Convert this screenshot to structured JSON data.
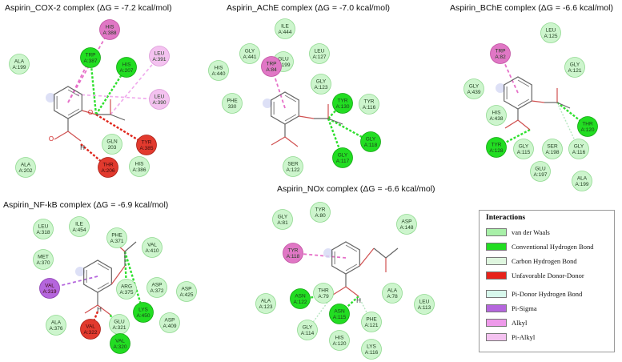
{
  "colors": {
    "vdw": "#cdf5cd",
    "hbond": "#22dd22",
    "unfav": "#e23a2e",
    "pisigma": "#b566dd",
    "pialkyl": "#f4c2f0",
    "pipi": "#e077c5"
  },
  "panels": [
    {
      "title": "Aspirin_COX-2 complex (ΔG = -7.2 kcal/mol)",
      "residues": [
        {
          "id": "HIS 388",
          "name": "HIS",
          "num": "A:388",
          "type": "pipi"
        },
        {
          "id": "TRP 387",
          "name": "TRP",
          "num": "A:387",
          "type": "hbond"
        },
        {
          "id": "HIS 207",
          "name": "HIS",
          "num": "A:207",
          "type": "hbond"
        },
        {
          "id": "LEU 391",
          "name": "LEU",
          "num": "A:391",
          "type": "pialkyl"
        },
        {
          "id": "LEU 390",
          "name": "LEU",
          "num": "A:390",
          "type": "pialkyl"
        },
        {
          "id": "ALA 199",
          "name": "ALA",
          "num": "A:199",
          "type": "vdw"
        },
        {
          "id": "GLN 203",
          "name": "GLN",
          "num": "203",
          "type": "vdw"
        },
        {
          "id": "TYR 385",
          "name": "TYR",
          "num": "A:385",
          "type": "unfav"
        },
        {
          "id": "THR 206",
          "name": "THR",
          "num": "A:206",
          "type": "unfav"
        },
        {
          "id": "HIS 386",
          "name": "HIS",
          "num": "A:386",
          "type": "vdw"
        },
        {
          "id": "ALA 202",
          "name": "ALA",
          "num": "A:202",
          "type": "vdw"
        }
      ],
      "atoms": [
        "O",
        "O",
        "H"
      ]
    },
    {
      "title": "Aspirin_AChE complex (ΔG = -7.0 kcal/mol)",
      "residues": [
        {
          "id": "ILE 444",
          "name": "ILE",
          "num": "A:444",
          "type": "vdw"
        },
        {
          "id": "GLY 441",
          "name": "GLY",
          "num": "A:441",
          "type": "vdw"
        },
        {
          "id": "GLU 199",
          "name": "GLU",
          "num": "A:199",
          "type": "vdw"
        },
        {
          "id": "LEU 127",
          "name": "LEU",
          "num": "A:127",
          "type": "vdw"
        },
        {
          "id": "HIS 440",
          "name": "HIS",
          "num": "A:440",
          "type": "vdw"
        },
        {
          "id": "TRP 84",
          "name": "TRP",
          "num": "A:84",
          "type": "pipi"
        },
        {
          "id": "GLY 123",
          "name": "GLY",
          "num": "A:123",
          "type": "vdw"
        },
        {
          "id": "PHE 330",
          "name": "PHE",
          "num": "330",
          "type": "vdw"
        },
        {
          "id": "TYR 130",
          "name": "TYR",
          "num": "A:130",
          "type": "hbond"
        },
        {
          "id": "TYR 116",
          "name": "TYR",
          "num": "A:116",
          "type": "vdw"
        },
        {
          "id": "GLY 118",
          "name": "GLY",
          "num": "A:118",
          "type": "hbond"
        },
        {
          "id": "GLY 117",
          "name": "GLY",
          "num": "A:117",
          "type": "hbond"
        },
        {
          "id": "SER 122",
          "name": "SER",
          "num": "A:122",
          "type": "vdw"
        }
      ]
    },
    {
      "title": "Aspirin_BChE complex (ΔG = -6.6 kcal/mol)",
      "residues": [
        {
          "id": "LEU 125",
          "name": "LEU",
          "num": "A:125",
          "type": "vdw"
        },
        {
          "id": "TRP 82",
          "name": "TRP",
          "num": "A:82",
          "type": "pipi"
        },
        {
          "id": "GLY 121",
          "name": "GLY",
          "num": "A:121",
          "type": "vdw"
        },
        {
          "id": "GLY 439",
          "name": "GLY",
          "num": "A:439",
          "type": "vdw"
        },
        {
          "id": "HIS 438",
          "name": "HIS",
          "num": "A:438",
          "type": "vdw"
        },
        {
          "id": "THR 120",
          "name": "THR",
          "num": "A:120",
          "type": "hbond"
        },
        {
          "id": "TYR 128",
          "name": "TYR",
          "num": "A:128",
          "type": "hbond"
        },
        {
          "id": "GLY 115",
          "name": "GLY",
          "num": "A:115",
          "type": "vdw"
        },
        {
          "id": "SER 198",
          "name": "SER",
          "num": "A:198",
          "type": "vdw"
        },
        {
          "id": "GLY 116",
          "name": "GLY",
          "num": "A:116",
          "type": "vdw"
        },
        {
          "id": "GLU 197",
          "name": "GLU",
          "num": "A:197",
          "type": "vdw"
        },
        {
          "id": "ALA 199",
          "name": "ALA",
          "num": "A:199",
          "type": "vdw"
        }
      ]
    },
    {
      "title": "Aspirin_NF-kB complex (ΔG = -6.9 kcal/mol)",
      "residues": [
        {
          "id": "LEU 318",
          "name": "LEU",
          "num": "A:318",
          "type": "vdw"
        },
        {
          "id": "ILE 454",
          "name": "ILE",
          "num": "A:454",
          "type": "vdw"
        },
        {
          "id": "PHE 371",
          "name": "PHE",
          "num": "A:371",
          "type": "vdw"
        },
        {
          "id": "VAL 410",
          "name": "VAL",
          "num": "A:410",
          "type": "vdw"
        },
        {
          "id": "MET 370",
          "name": "MET",
          "num": "A:370",
          "type": "vdw"
        },
        {
          "id": "VAL 319",
          "name": "VAL",
          "num": "A:319",
          "type": "pisigma"
        },
        {
          "id": "ARG 375",
          "name": "ARG",
          "num": "A:375",
          "type": "vdw"
        },
        {
          "id": "ASP 372",
          "name": "ASP",
          "num": "A:372",
          "type": "vdw"
        },
        {
          "id": "ASP 425",
          "name": "ASP",
          "num": "A:425",
          "type": "vdw"
        },
        {
          "id": "LYS 450",
          "name": "LYS",
          "num": "A:450",
          "type": "hbond"
        },
        {
          "id": "GLU 321",
          "name": "GLU",
          "num": "A:321",
          "type": "vdw"
        },
        {
          "id": "ASP 409",
          "name": "ASP",
          "num": "A:409",
          "type": "vdw"
        },
        {
          "id": "ALA 376",
          "name": "ALA",
          "num": "A:376",
          "type": "vdw"
        },
        {
          "id": "VAL 322",
          "name": "VAL",
          "num": "A:322",
          "type": "unfav"
        },
        {
          "id": "VAL 320",
          "name": "VAL",
          "num": "A:320",
          "type": "hbond"
        }
      ],
      "atoms": [
        "H"
      ]
    },
    {
      "title": "Aspirin_NOx complex (ΔG = -6.6 kcal/mol)",
      "residues": [
        {
          "id": "GLY 81",
          "name": "GLY",
          "num": "A:81",
          "type": "vdw"
        },
        {
          "id": "TYR 80",
          "name": "TYR",
          "num": "A:80",
          "type": "vdw"
        },
        {
          "id": "ASP 148",
          "name": "ASP",
          "num": "A:148",
          "type": "vdw"
        },
        {
          "id": "TYR 118",
          "name": "TYR",
          "num": "A:118",
          "type": "pipi"
        },
        {
          "id": "ASN 122",
          "name": "ASN",
          "num": "A:122",
          "type": "hbond"
        },
        {
          "id": "THR 79",
          "name": "THR",
          "num": "A:79",
          "type": "vdw"
        },
        {
          "id": "ALA 78",
          "name": "ALA",
          "num": "A:78",
          "type": "vdw"
        },
        {
          "id": "ALA 123",
          "name": "ALA",
          "num": "A:123",
          "type": "vdw"
        },
        {
          "id": "ASN 115",
          "name": "ASN",
          "num": "A:115",
          "type": "hbond"
        },
        {
          "id": "LEU 113",
          "name": "LEU",
          "num": "A:113",
          "type": "vdw"
        },
        {
          "id": "GLY 114",
          "name": "GLY",
          "num": "A:114",
          "type": "vdw"
        },
        {
          "id": "PHE 121",
          "name": "PHE",
          "num": "A:121",
          "type": "vdw"
        },
        {
          "id": "HIS 120",
          "name": "HIS",
          "num": "A:120",
          "type": "vdw"
        },
        {
          "id": "LYS 116",
          "name": "LYS",
          "num": "A:116",
          "type": "vdw"
        }
      ],
      "atoms": [
        "H"
      ]
    }
  ],
  "legend": {
    "title": "Interactions",
    "items": [
      {
        "label": "van der Waals",
        "color": "#a8f0a8"
      },
      {
        "label": "Conventional Hydrogen Bond",
        "color": "#22dd22"
      },
      {
        "label": "Carbon Hydrogen Bond",
        "color": "#dff6df"
      },
      {
        "label": "Unfavorable Donor-Donor",
        "color": "#e8221a"
      },
      {
        "label": "Pi-Donor Hydrogen Bond",
        "color": "#d8f8ec"
      },
      {
        "label": "Pi-Sigma",
        "color": "#b566dd"
      },
      {
        "label": "Alkyl",
        "color": "#ee9aea"
      },
      {
        "label": "Pi-Alkyl",
        "color": "#f4c2f0"
      }
    ]
  }
}
